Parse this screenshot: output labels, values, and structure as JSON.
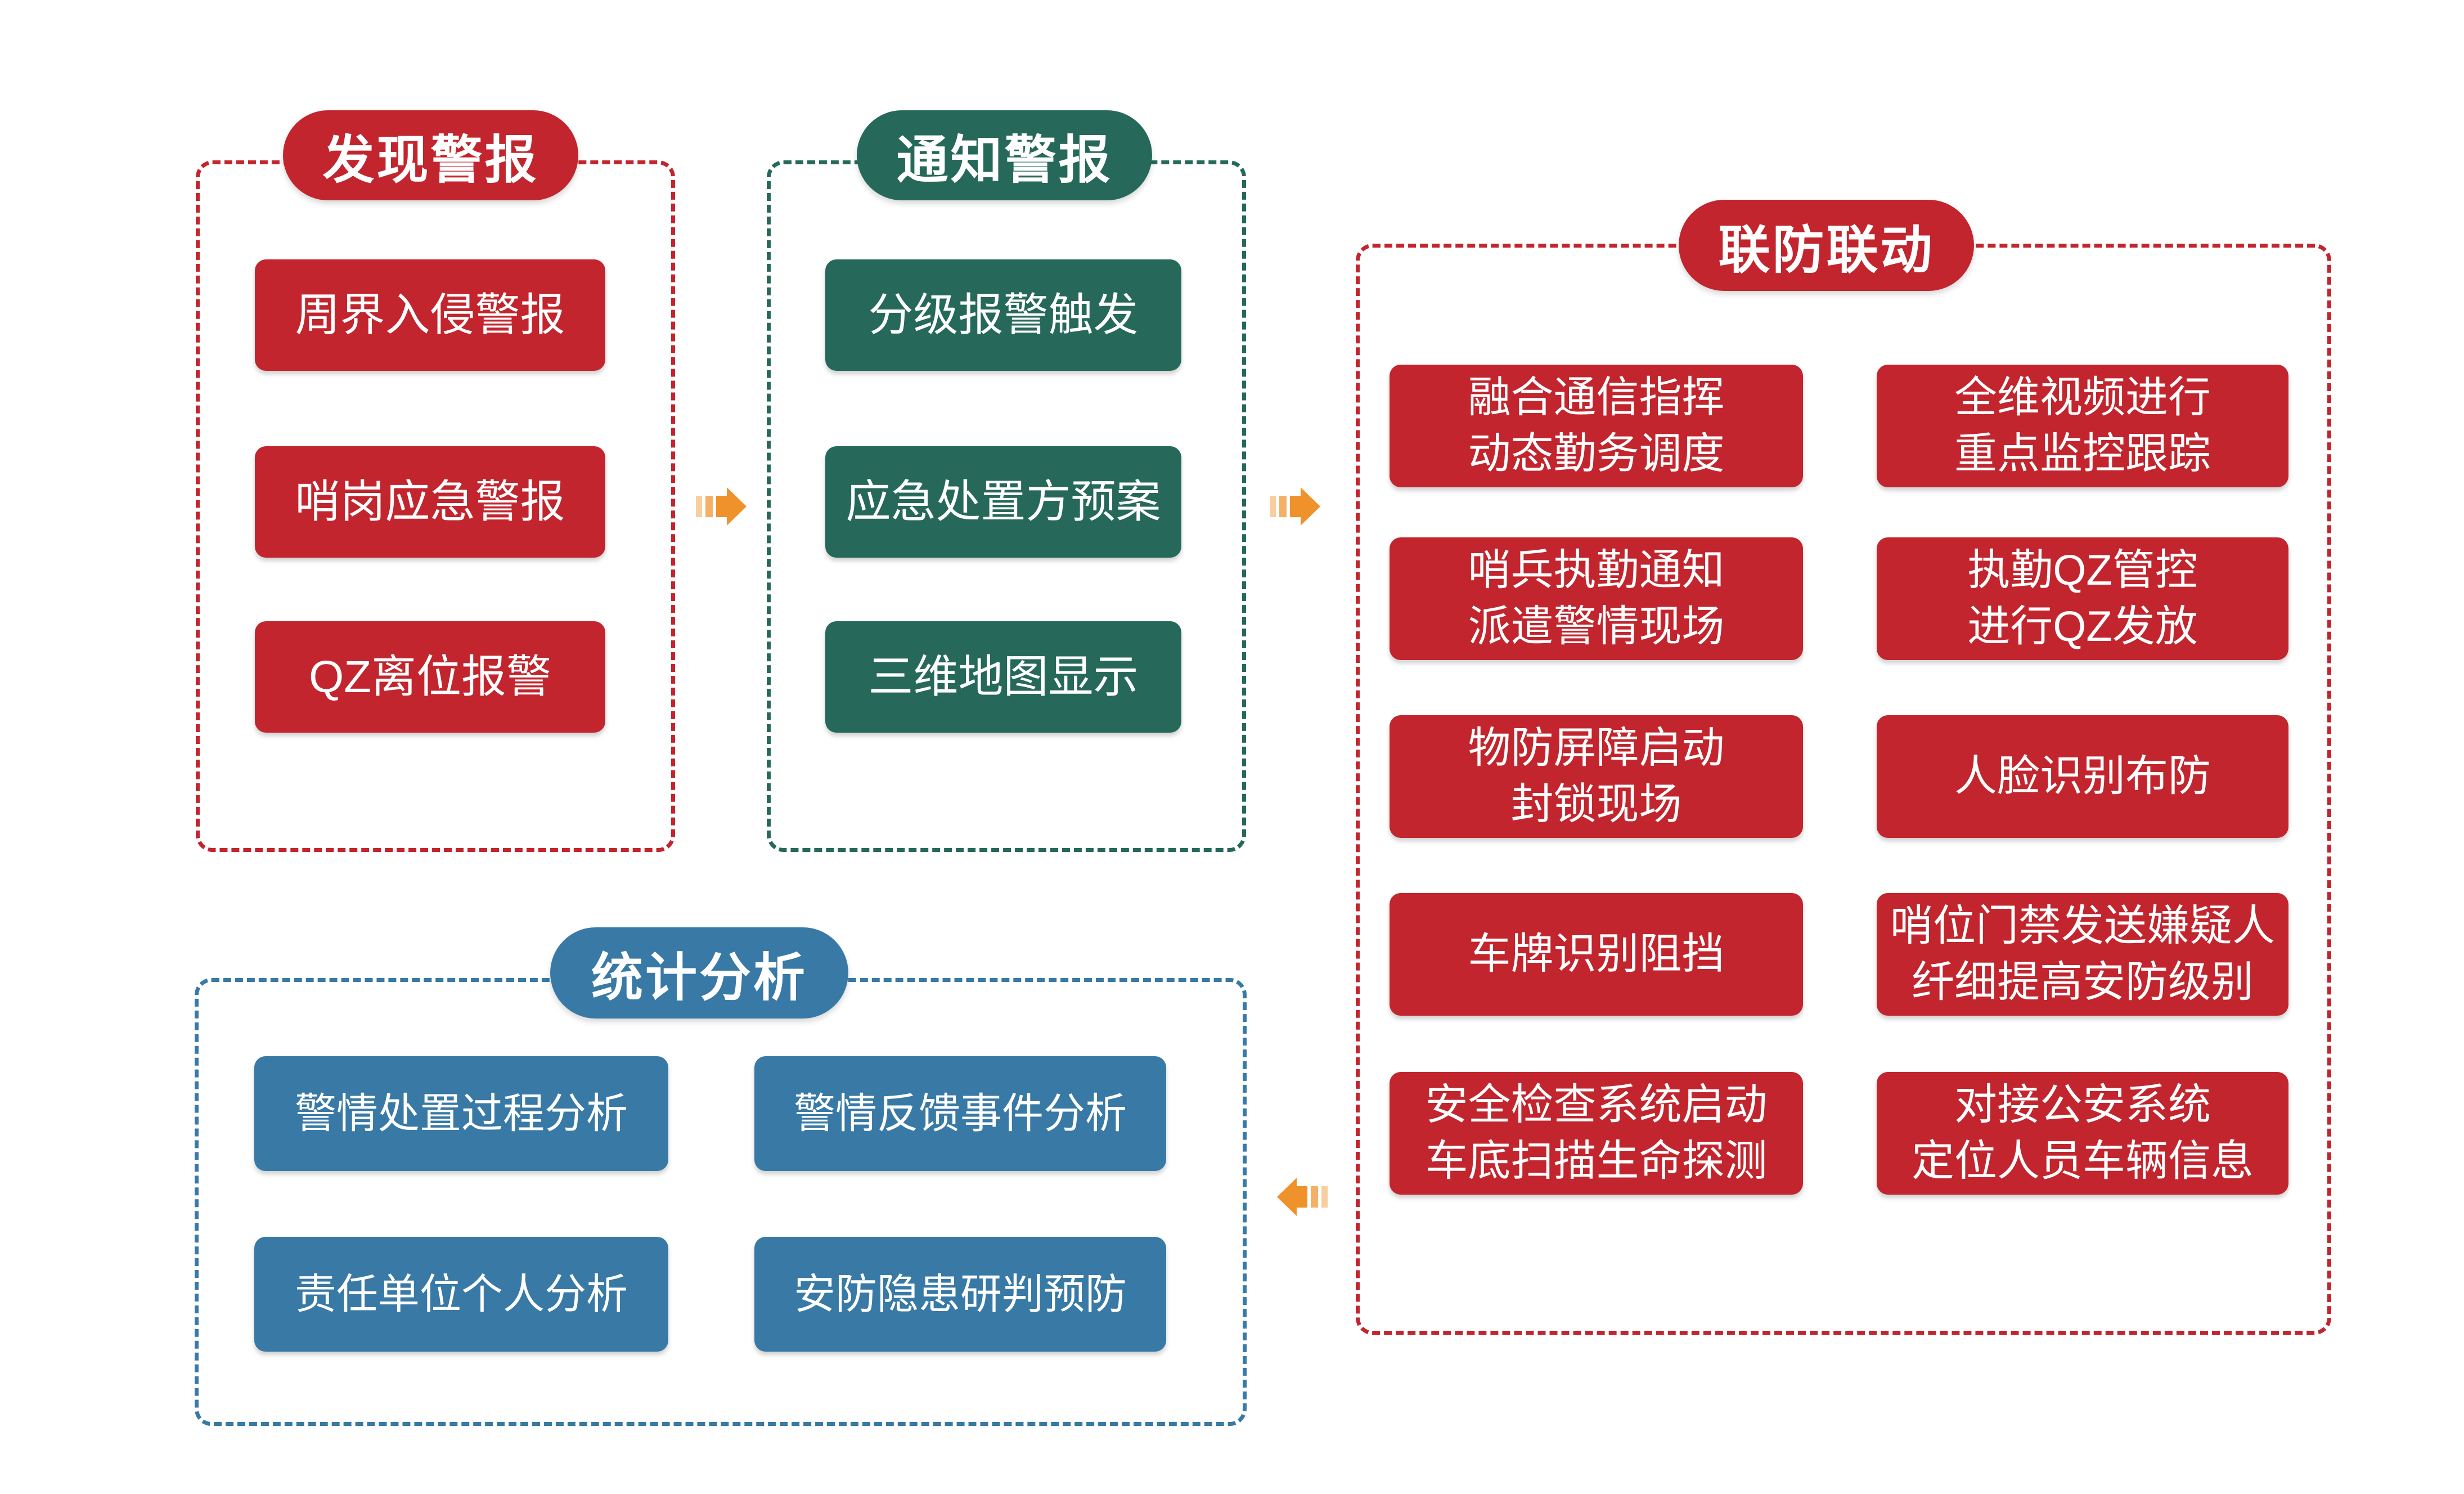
{
  "diagram": {
    "sections": [
      {
        "id": "discover-alarm",
        "title": "发现警报",
        "items": [
          "周界入侵警报",
          "哨岗应急警报",
          "QZ离位报警"
        ]
      },
      {
        "id": "notify-alarm",
        "title": "通知警报",
        "items": [
          "分级报警触发",
          "应急处置方预案",
          "三维地图显示"
        ]
      },
      {
        "id": "joint-defense",
        "title": "联防联动",
        "items": [
          "融合通信指挥\n动态勤务调度",
          "全维视频进行\n重点监控跟踪",
          "哨兵执勤通知\n派遣警情现场",
          "执勤QZ管控\n进行QZ发放",
          "物防屏障启动\n封锁现场",
          "人脸识别布防",
          "车牌识别阻挡",
          "哨位门禁发送嫌疑人\n纤细提高安防级别",
          "安全检查系统启动\n车底扫描生命探测",
          "对接公安系统\n定位人员车辆信息"
        ]
      },
      {
        "id": "stats-analysis",
        "title": "统计分析",
        "items": [
          "警情处置过程分析",
          "警情反馈事件分析",
          "责任单位个人分析",
          "安防隐患研判预防"
        ]
      }
    ],
    "arrows": [
      {
        "direction": "right",
        "from": "discover-alarm",
        "to": "notify-alarm"
      },
      {
        "direction": "right",
        "from": "notify-alarm",
        "to": "joint-defense"
      },
      {
        "direction": "left",
        "from": "joint-defense",
        "to": "stats-analysis"
      }
    ],
    "colors": {
      "red": "#C2252D",
      "green": "#26695A",
      "blue": "#3879A6",
      "orange": "#F0922C",
      "background": "#FFFFFF",
      "text": "#FFFFFF"
    }
  }
}
